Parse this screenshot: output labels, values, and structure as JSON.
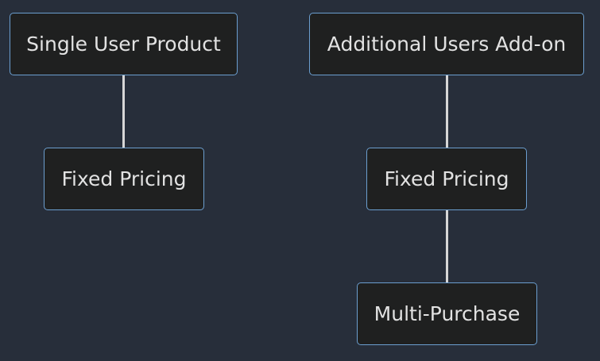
{
  "diagram": {
    "nodes": {
      "single_user_product": "Single User Product",
      "fixed_pricing_left": "Fixed Pricing",
      "additional_users_addon": "Additional Users Add-on",
      "fixed_pricing_right": "Fixed Pricing",
      "multi_purchase": "Multi-Purchase"
    },
    "edges": [
      {
        "from": "single_user_product",
        "to": "fixed_pricing_left"
      },
      {
        "from": "additional_users_addon",
        "to": "fixed_pricing_right"
      },
      {
        "from": "fixed_pricing_right",
        "to": "multi_purchase"
      }
    ],
    "colors": {
      "background": "#272e3a",
      "node_fill": "#1f2020",
      "node_border": "#6b9ecf",
      "node_text": "#e2e2e2",
      "edge": "#d6d6d6"
    }
  }
}
